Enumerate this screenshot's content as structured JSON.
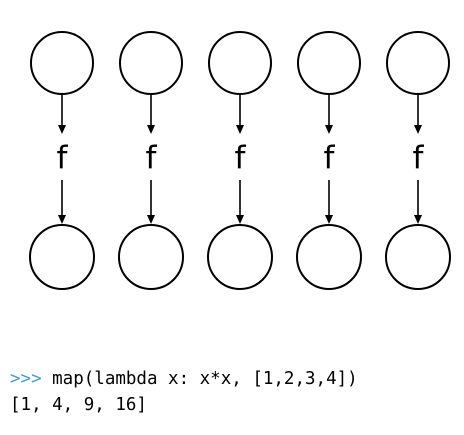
{
  "function_label": "f",
  "node_count": 5,
  "code": {
    "prompt": ">>>",
    "command": " map(lambda x: x*x, [1,2,3,4])",
    "output": "[1, 4, 9, 16]"
  },
  "colors": {
    "prompt": "#4a9bd6",
    "stroke": "#000000"
  }
}
